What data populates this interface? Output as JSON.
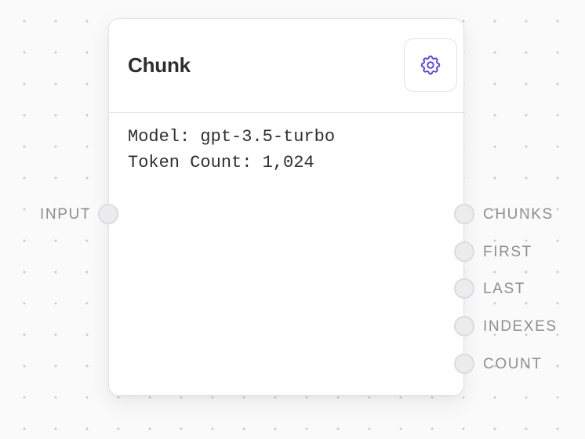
{
  "node": {
    "title": "Chunk",
    "settings_icon": "gear-icon",
    "body_lines": [
      "Model: gpt-3.5-turbo",
      "Token Count: 1,024"
    ]
  },
  "ports": {
    "inputs": [
      {
        "label": "INPUT"
      }
    ],
    "outputs": [
      {
        "label": "CHUNKS"
      },
      {
        "label": "FIRST"
      },
      {
        "label": "LAST"
      },
      {
        "label": "INDEXES"
      },
      {
        "label": "COUNT"
      }
    ]
  },
  "colors": {
    "accent": "#5b4bd6",
    "port_fill": "#ececee",
    "port_border": "#dcdcdf",
    "canvas_dot": "#c9c9c9"
  }
}
